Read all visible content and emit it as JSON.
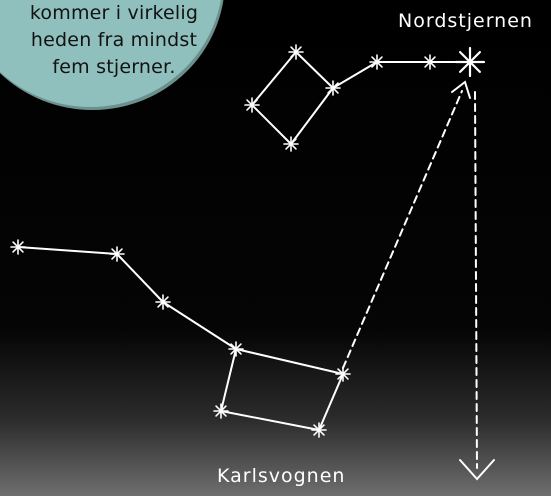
{
  "caption": {
    "lines": [
      "kommer i virkelig",
      "heden fra mindst",
      "fem stjerner."
    ]
  },
  "labels": {
    "north_star": "Nordstjernen",
    "big_dipper": "Karlsvognen"
  },
  "colors": {
    "sky": "#000000",
    "stars": "#ffffff",
    "bubble": "#8fc0bd",
    "ground_glow": "#6e6e6e"
  },
  "icons": {
    "star": "star-icon",
    "arrow": "arrow-icon"
  }
}
